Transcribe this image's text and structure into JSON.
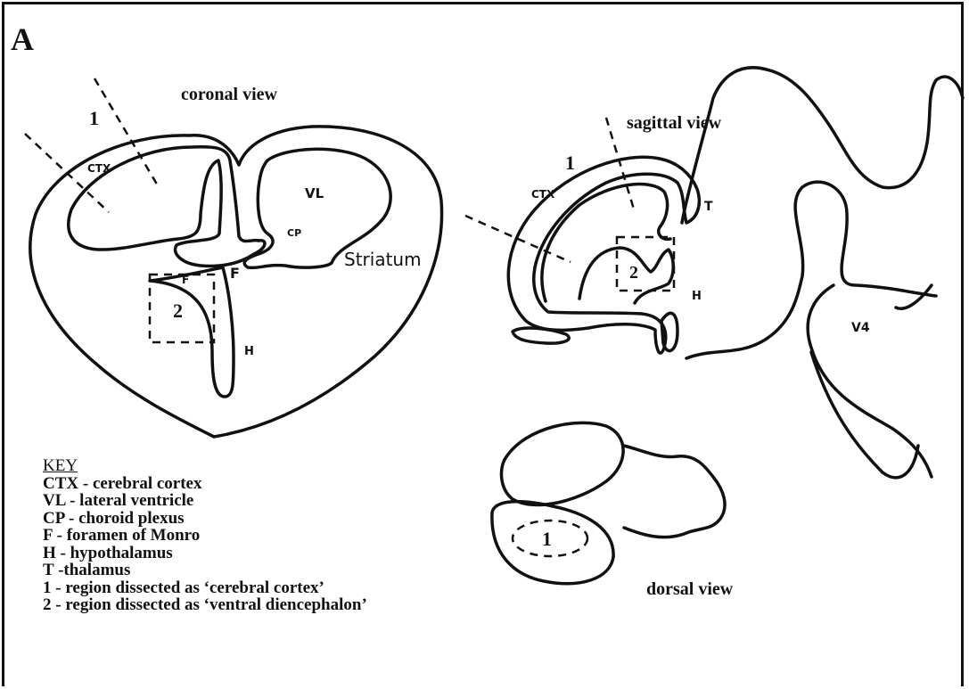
{
  "panel_label": "A",
  "views": {
    "coronal": "coronal view",
    "sagittal": "sagittal view",
    "dorsal": "dorsal view"
  },
  "coronal_labels": {
    "region1": "1",
    "ctx": "CTX",
    "vl": "VL",
    "cp": "CP",
    "f1": "F",
    "f2": "F",
    "striatum": "Striatum",
    "region2": "2",
    "h": "H"
  },
  "sagittal_labels": {
    "region1": "1",
    "ctx": "CTX",
    "t": "T",
    "region2": "2",
    "h": "H",
    "v4": "V4"
  },
  "dorsal_labels": {
    "region1": "1"
  },
  "key": {
    "title": "KEY",
    "items": [
      "CTX - cerebral cortex",
      "VL - lateral ventricle",
      "CP - choroid plexus",
      "F - foramen of Monro",
      "H - hypothalamus",
      "T -thalamus",
      "1 - region dissected as ‘cerebral cortex’",
      "2 - region dissected as ‘ventral diencephalon’"
    ]
  }
}
